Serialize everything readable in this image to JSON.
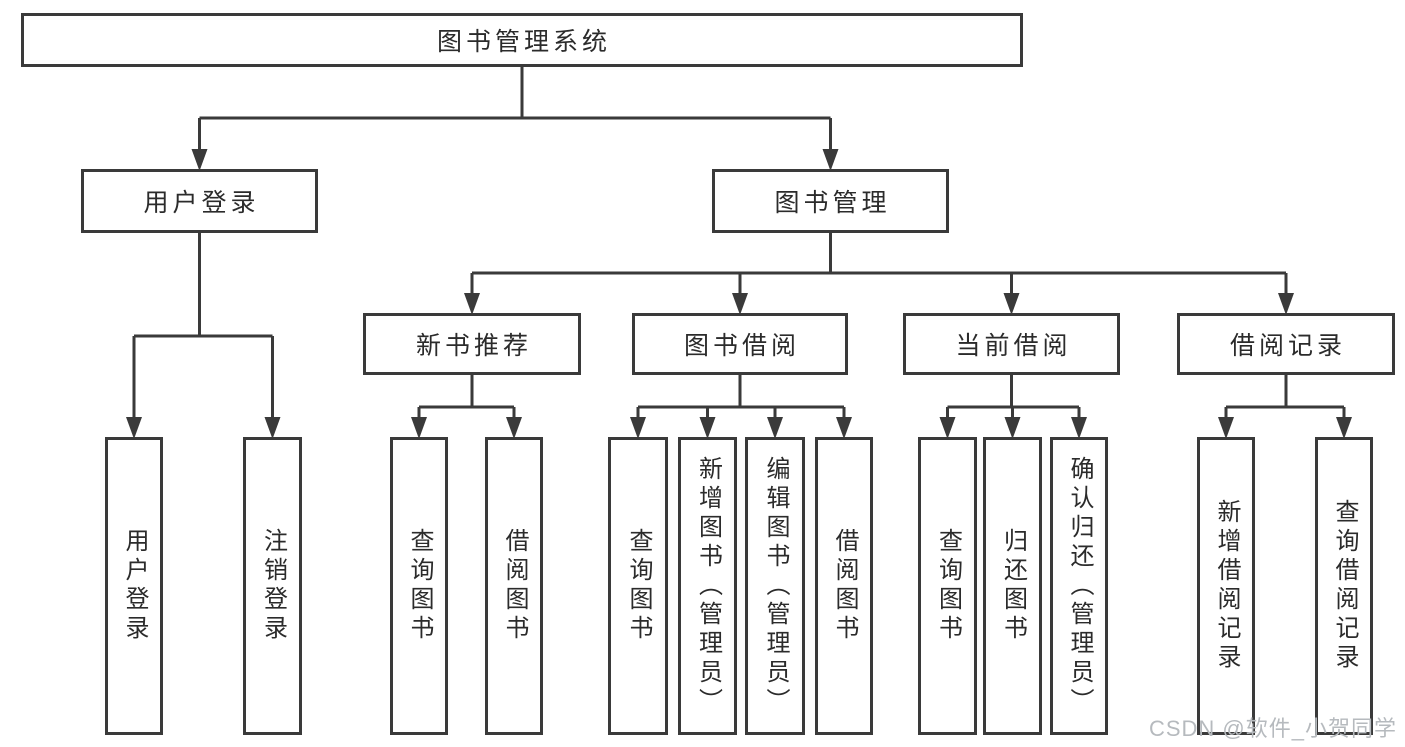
{
  "diagram": {
    "root": {
      "label": "图书管理系统"
    },
    "branches": [
      {
        "label": "用户登录",
        "children": [
          {
            "label": "用户登录"
          },
          {
            "label": "注销登录"
          }
        ]
      },
      {
        "label": "图书管理",
        "children": [
          {
            "label": "新书推荐",
            "children": [
              {
                "label": "查询图书"
              },
              {
                "label": "借阅图书"
              }
            ]
          },
          {
            "label": "图书借阅",
            "children": [
              {
                "label": "查询图书"
              },
              {
                "label": "新增图书（管理员）"
              },
              {
                "label": "编辑图书（管理员）"
              },
              {
                "label": "借阅图书"
              }
            ]
          },
          {
            "label": "当前借阅",
            "children": [
              {
                "label": "查询图书"
              },
              {
                "label": "归还图书"
              },
              {
                "label": "确认归还（管理员）"
              }
            ]
          },
          {
            "label": "借阅记录",
            "children": [
              {
                "label": "新增借阅记录"
              },
              {
                "label": "查询借阅记录"
              }
            ]
          }
        ]
      }
    ],
    "watermark": "CSDN @软件_小贺同学",
    "colors": {
      "line": "#3a3a3a",
      "box_border": "#3a3a3a",
      "box_fill": "#ffffff",
      "text": "#2b2b2b",
      "watermark": "#b6babe",
      "background": "#ffffff"
    }
  }
}
